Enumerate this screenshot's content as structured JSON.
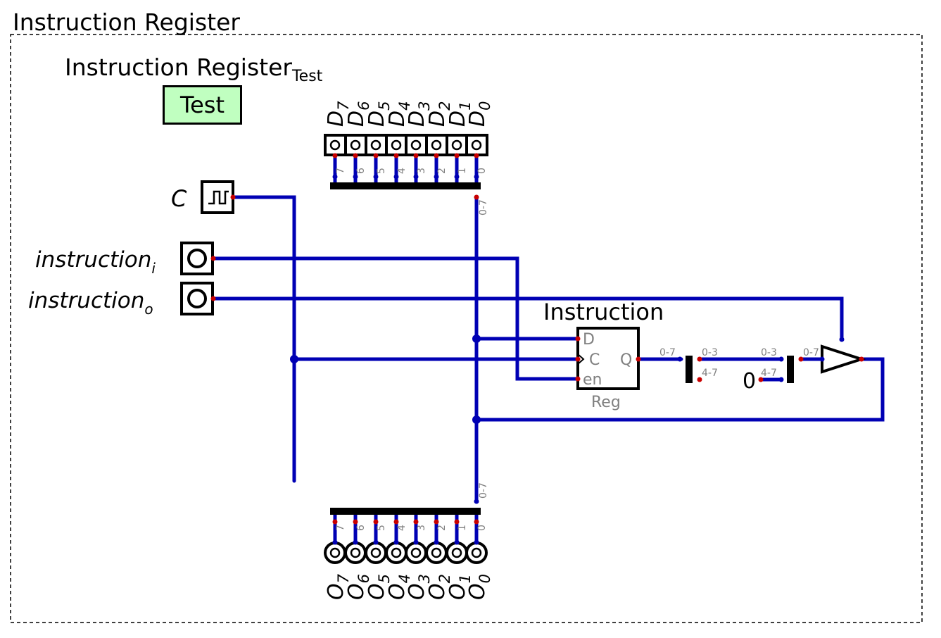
{
  "frame": {
    "title": "Instruction Register"
  },
  "test_case": {
    "title": "Instruction Register",
    "title_sub": "Test",
    "button_label": "Test"
  },
  "clock": {
    "label": "C"
  },
  "inputs": [
    {
      "label": "instruction",
      "sub": "i"
    },
    {
      "label": "instruction",
      "sub": "o"
    }
  ],
  "data_inputs": {
    "labels": [
      "D",
      "D",
      "D",
      "D",
      "D",
      "D",
      "D",
      "D"
    ],
    "subs": [
      "7",
      "6",
      "5",
      "4",
      "3",
      "2",
      "1",
      "0"
    ],
    "bit_labels": [
      "7",
      "6",
      "5",
      "4",
      "3",
      "2",
      "1",
      "0"
    ],
    "bus_label_top": "0-7"
  },
  "register": {
    "name": "Instruction",
    "type_label": "Reg",
    "port_d": "D",
    "port_c": "C",
    "port_en": "en",
    "port_q": "Q"
  },
  "splitter1": {
    "in_label": "0-7",
    "out_a": "0-3",
    "out_b": "4-7"
  },
  "merger": {
    "in_a": "0-3",
    "in_b": "4-7",
    "out": "0-7"
  },
  "constant": {
    "value": "0"
  },
  "outputs": {
    "labels": [
      "O",
      "O",
      "O",
      "O",
      "O",
      "O",
      "O",
      "O"
    ],
    "subs": [
      "7",
      "6",
      "5",
      "4",
      "3",
      "2",
      "1",
      "0"
    ],
    "bit_labels": [
      "7",
      "6",
      "5",
      "4",
      "3",
      "2",
      "1",
      "0"
    ],
    "bus_label": "0-7"
  },
  "colors": {
    "wire": "#0000b4",
    "pin": "#c80000",
    "test_fill": "#c0ffc0"
  }
}
